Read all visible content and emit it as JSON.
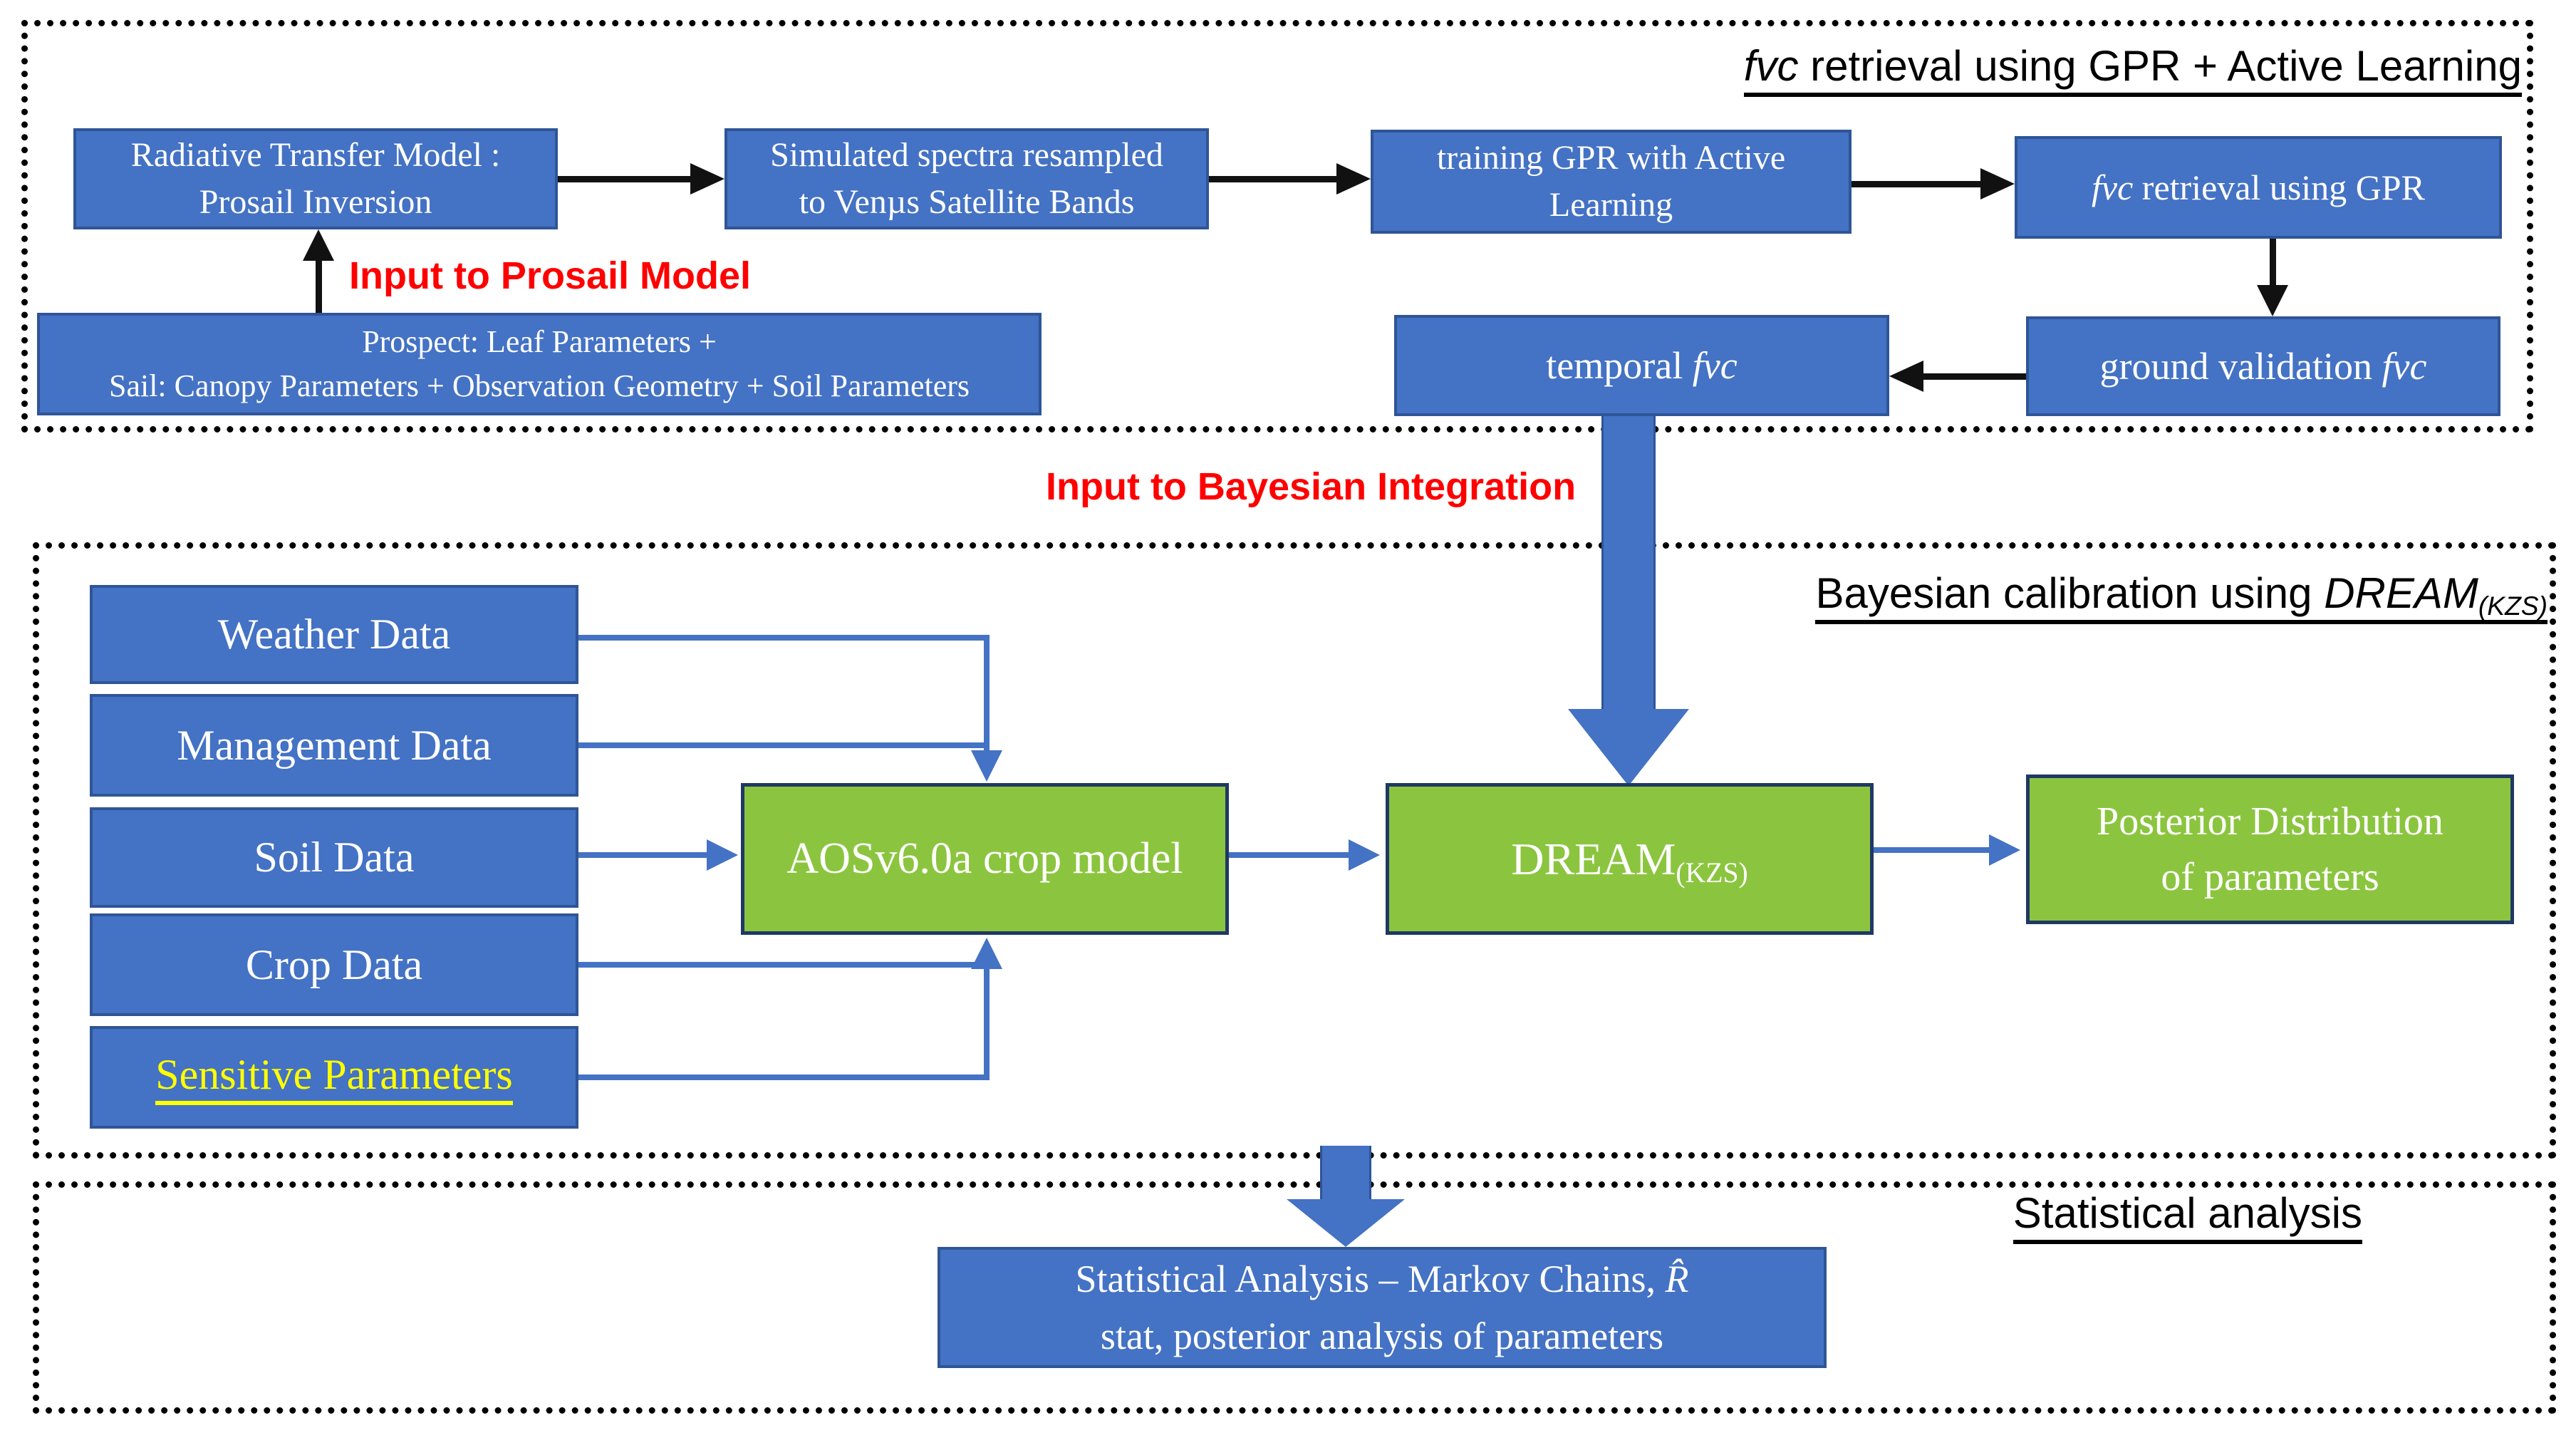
{
  "colors": {
    "box_blue": "#4472C4",
    "box_blue_border": "#2F5597",
    "box_green": "#8BC53F",
    "box_green_border": "#1F3864",
    "connector_blue": "#4472C4",
    "arrow_black": "#111111",
    "label_red": "#FF0000",
    "sensitive_yellow": "#FFFF00"
  },
  "s1": {
    "title": {
      "italic": "fvc",
      "rest": " retrieval using GPR + Active Learning"
    },
    "rtm": {
      "line1": "Radiative Transfer Model :",
      "line2": "Prosail Inversion"
    },
    "sim": {
      "line1": "Simulated spectra resampled",
      "line2": "to Venµs Satellite Bands"
    },
    "train": {
      "line1": "training GPR with Active",
      "line2": "Learning"
    },
    "fvc_gpr": {
      "italic": "fvc",
      "rest": " retrieval using GPR"
    },
    "prosail_inputs": {
      "line1": "Prospect: Leaf Parameters +",
      "line2": "Sail: Canopy Parameters + Observation Geometry + Soil Parameters"
    },
    "temporal": {
      "pre": "temporal ",
      "italic": "fvc"
    },
    "ground": {
      "pre": "ground validation ",
      "italic": "fvc"
    },
    "label_input_prosail": "Input to Prosail Model"
  },
  "label_input_bayesian": "Input to Bayesian Integration",
  "s2": {
    "title": {
      "plain": "Bayesian calibration using ",
      "italic": "DREAM",
      "sub": "(KZS)"
    },
    "inputs": [
      "Weather Data",
      "Management Data",
      "Soil Data",
      "Crop Data",
      "Sensitive Parameters"
    ],
    "crop_model": "AOSv6.0a crop model",
    "dream": {
      "main": "DREAM",
      "sub": "(KZS)"
    },
    "posterior": {
      "line1": "Posterior Distribution",
      "line2": "of parameters"
    }
  },
  "s3": {
    "title": "Statistical analysis",
    "stat_box": {
      "line1": "Statistical Analysis – Markov Chains, ",
      "rhat": "R̂",
      "line2": "stat, posterior analysis of parameters"
    }
  }
}
